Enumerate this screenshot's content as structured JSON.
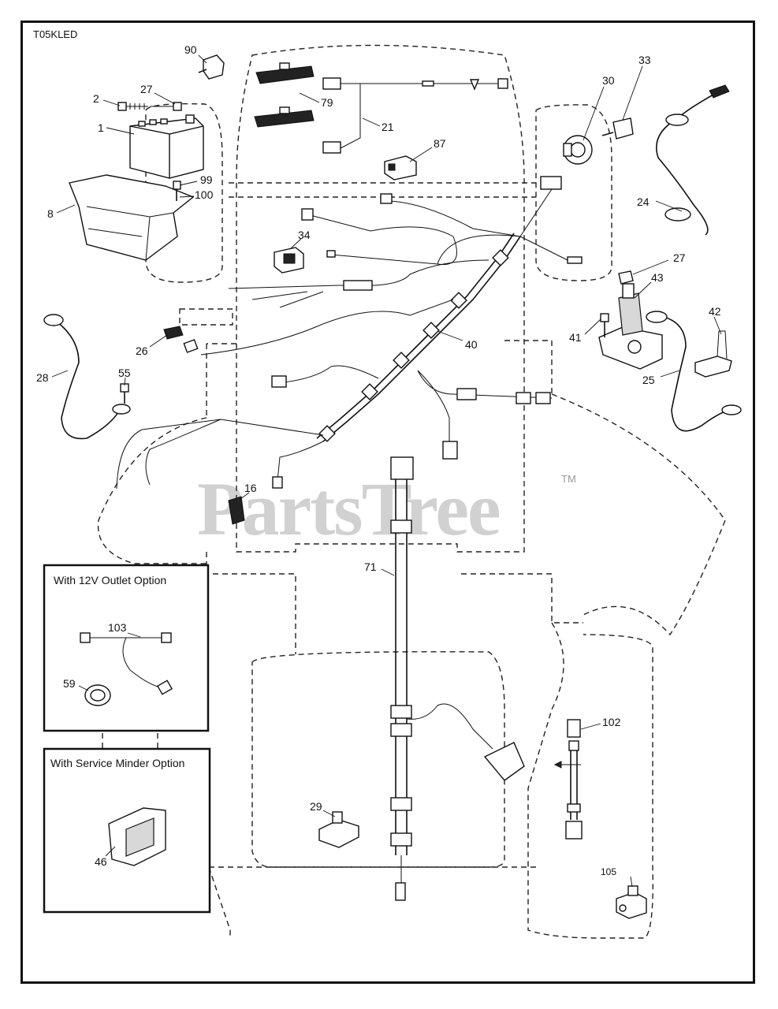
{
  "diagram_code": "T05KLED",
  "watermark": {
    "text": "PartsTree",
    "trademark": "TM"
  },
  "options": {
    "outlet_12v": {
      "title": "With 12V Outlet Option"
    },
    "service_minder": {
      "title": "With Service Minder Option"
    }
  },
  "callouts": {
    "c90": "90",
    "c2": "2",
    "c27a": "27",
    "c1": "1",
    "c99": "99",
    "c100": "100",
    "c8": "8",
    "c79": "79",
    "c21": "21",
    "c87": "87",
    "c30": "30",
    "c33": "33",
    "c24": "24",
    "c34": "34",
    "c27b": "27",
    "c43": "43",
    "c42": "42",
    "c41": "41",
    "c25": "25",
    "c26": "26",
    "c40": "40",
    "c28": "28",
    "c55": "55",
    "c16": "16",
    "c71": "71",
    "c103": "103",
    "c59": "59",
    "c102": "102",
    "c29": "29",
    "c46": "46",
    "c105": "105"
  }
}
